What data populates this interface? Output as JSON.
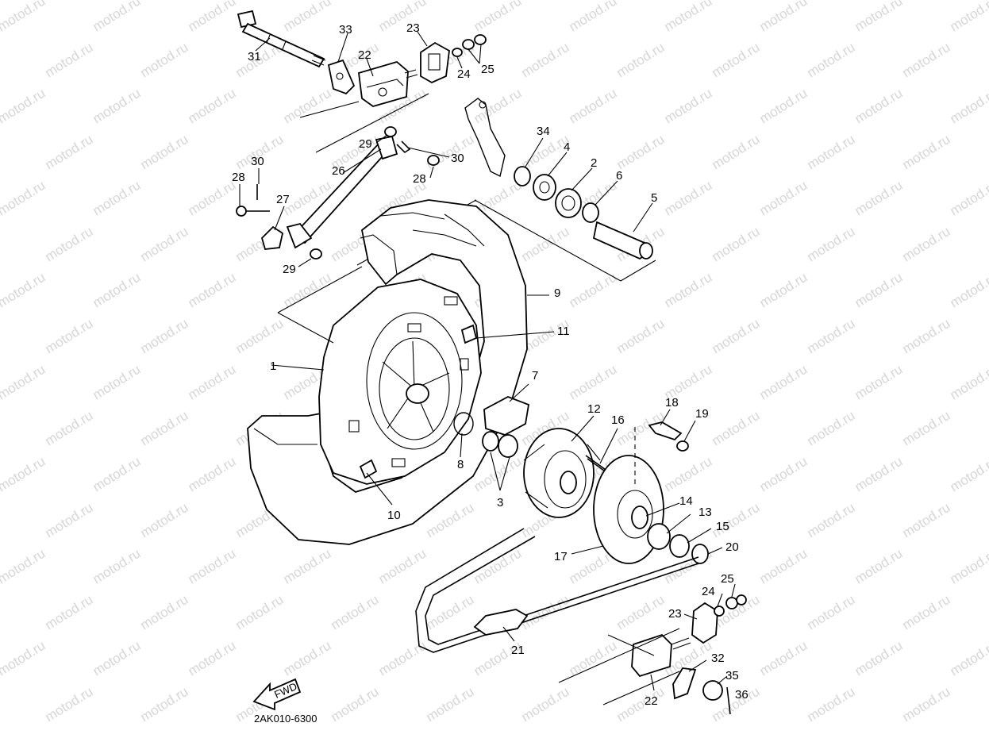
{
  "watermark": "motod.ru",
  "diagram_code": "2AK010-6300",
  "fwd_label": "FWD",
  "callouts": {
    "c1": "1",
    "c2": "2",
    "c3": "3",
    "c4": "4",
    "c5": "5",
    "c6": "6",
    "c7": "7",
    "c8": "8",
    "c9": "9",
    "c10": "10",
    "c11": "11",
    "c12": "12",
    "c13": "13",
    "c14": "14",
    "c15": "15",
    "c16": "16",
    "c17": "17",
    "c18": "18",
    "c19": "19",
    "c20": "20",
    "c21": "21",
    "c22a": "22",
    "c22b": "22",
    "c23a": "23",
    "c23b": "23",
    "c24a": "24",
    "c24b": "24",
    "c25a": "25",
    "c25b": "25",
    "c26": "26",
    "c27": "27",
    "c28a": "28",
    "c28b": "28",
    "c29a": "29",
    "c29b": "29",
    "c30a": "30",
    "c30b": "30",
    "c31": "31",
    "c32": "32",
    "c33": "33",
    "c34": "34",
    "c35": "35",
    "c36": "36"
  }
}
